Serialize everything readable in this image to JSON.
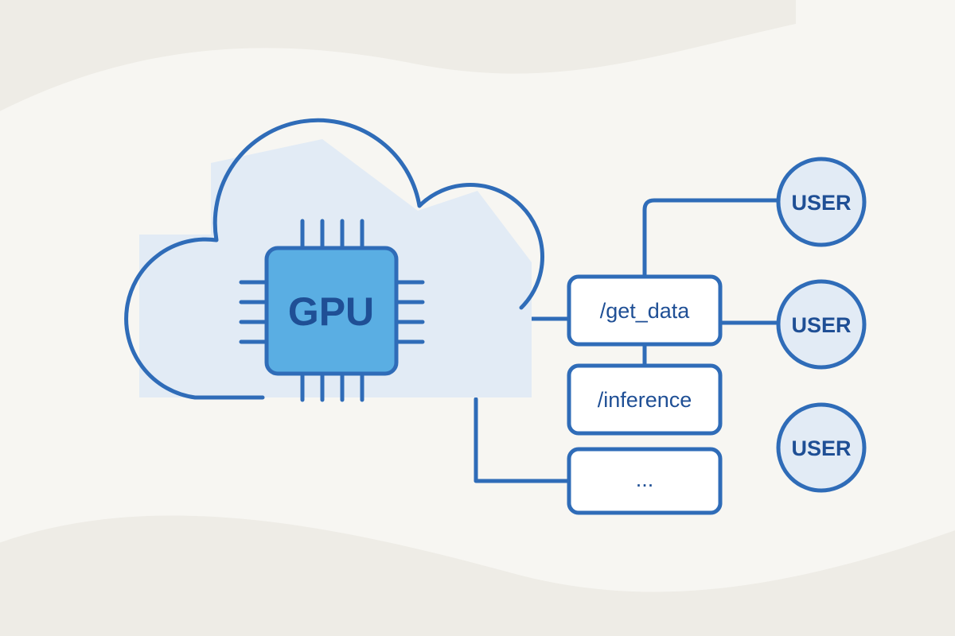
{
  "colors": {
    "background": "#f7f6f2",
    "background_swoosh": "#eeece6",
    "stroke": "#2f6cb8",
    "cloud_fill": "#e2ebf5",
    "chip_fill": "#5aaee3",
    "chip_text": "#1f4f95",
    "box_fill": "#ffffff",
    "user_fill": "#e2ebf5",
    "text": "#1f4f95"
  },
  "chip": {
    "label": "GPU",
    "icon": "gpu-chip-icon"
  },
  "cloud": {
    "icon": "cloud-icon"
  },
  "endpoints": [
    {
      "label": "/get_data"
    },
    {
      "label": "/inference"
    },
    {
      "label": "..."
    }
  ],
  "users": [
    {
      "label": "USER",
      "icon": "user-circle"
    },
    {
      "label": "USER",
      "icon": "user-circle"
    },
    {
      "label": "USER",
      "icon": "user-circle"
    }
  ]
}
